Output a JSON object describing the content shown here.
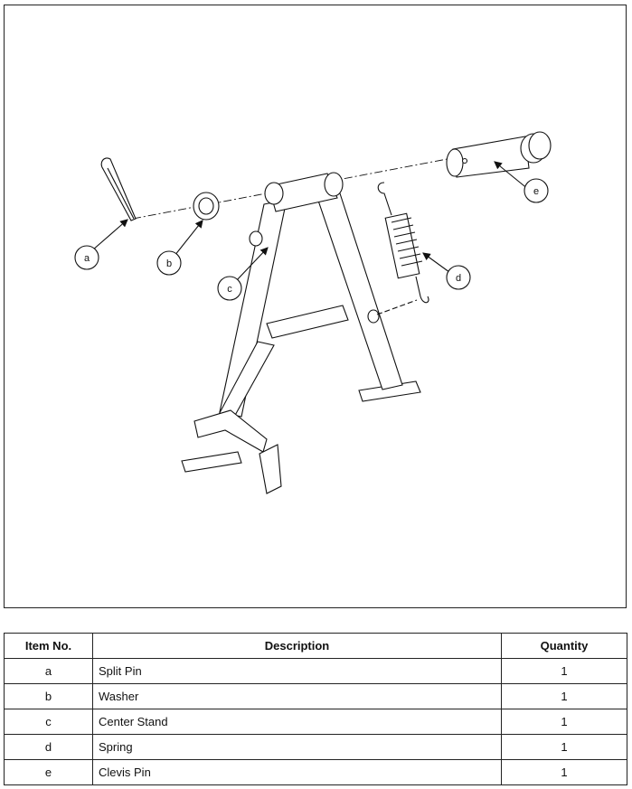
{
  "callouts": {
    "a": "a",
    "b": "b",
    "c": "c",
    "d": "d",
    "e": "e"
  },
  "table": {
    "headers": {
      "item": "Item No.",
      "description": "Description",
      "quantity": "Quantity"
    },
    "rows": [
      {
        "item": "a",
        "description": "Split Pin",
        "quantity": "1"
      },
      {
        "item": "b",
        "description": "Washer",
        "quantity": "1"
      },
      {
        "item": "c",
        "description": "Center Stand",
        "quantity": "1"
      },
      {
        "item": "d",
        "description": "Spring",
        "quantity": "1"
      },
      {
        "item": "e",
        "description": "Clevis Pin",
        "quantity": "1"
      }
    ]
  }
}
